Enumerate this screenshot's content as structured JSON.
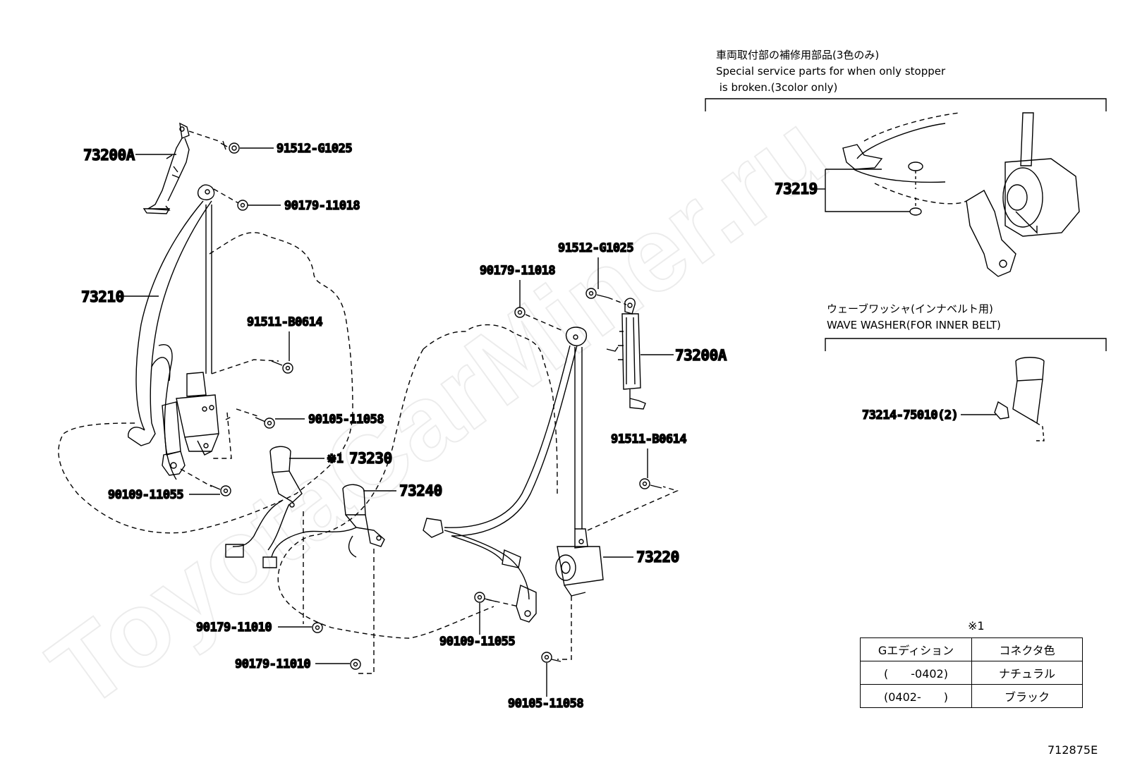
{
  "callouts": {
    "p73200a_top": "73200A",
    "p91512_top": "91512-G1025",
    "p90179_11018_top": "90179-11018",
    "p73210": "73210",
    "p91511_left": "91511-B0614",
    "p90105_left": "90105-11058",
    "p73230": "73230",
    "p73230_mark": "※1",
    "p73240": "73240",
    "p90109_left": "90109-11055",
    "p90179_11010_a": "90179-11010",
    "p90179_11010_b": "90179-11010",
    "p91512_mid": "91512-G1025",
    "p90179_11018_mid": "90179-11018",
    "p73200a_right": "73200A",
    "p91511_right": "91511-B0614",
    "p73220": "73220",
    "p90109_mid": "90109-11055",
    "p90105_mid": "90105-11058",
    "p73219": "73219",
    "p73214": "73214-75010(2)"
  },
  "notes": {
    "special_jp": "車両取付部の補修用部品(3色のみ)",
    "special_en_1": "Special service parts for when only stopper",
    "special_en_2": " is broken.(3color only)",
    "wave_jp": "ウェーブワッシャ(インナベルト用)",
    "wave_en": "WAVE WASHER(FOR INNER BELT)"
  },
  "legend": {
    "mark": "※1",
    "headers": [
      "Gエディション",
      "コネクタ色"
    ],
    "rows": [
      [
        "(　　-0402)",
        "ナチュラル"
      ],
      [
        "(0402-　　)",
        "ブラック"
      ]
    ]
  },
  "diagram_id": "712875E",
  "watermark": "ToyotaCarMiner.ru"
}
